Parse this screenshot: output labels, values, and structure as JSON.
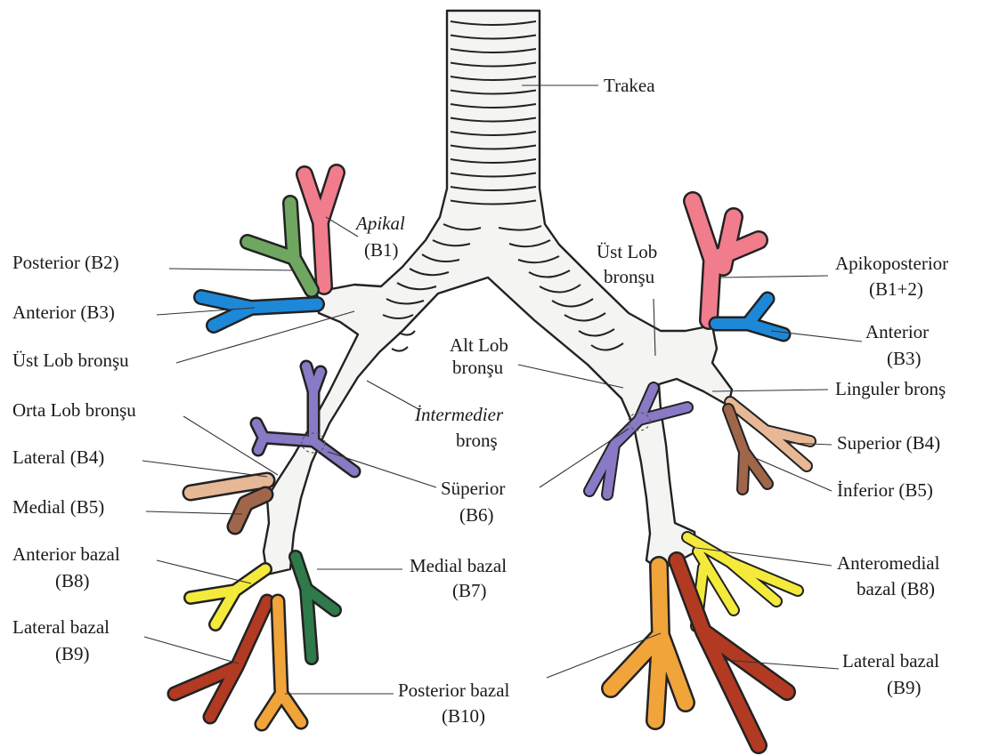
{
  "colors": {
    "apical": "#f07c8c",
    "posterior": "#6fa660",
    "anterior": "#1d88d8",
    "superior_b6": "#8a79c4",
    "lateral_b4": "#e6b896",
    "medial_b5": "#a0664a",
    "anterior_bazal": "#f3ea3c",
    "medial_bazal": "#2f7a4a",
    "lateral_bazal": "#b23a22",
    "posterior_bazal": "#f1a43a",
    "airway_fill": "#f4f4f2",
    "outline": "#222222"
  },
  "labels": {
    "trakea": "Trakea",
    "apikal_1": "Apikal",
    "apikal_2": "(B1)",
    "posterior_b2": "Posterior (B2)",
    "anterior_b3_left": "Anterior (B3)",
    "ust_lob_left": "Üst Lob bronşu",
    "orta_lob": "Orta Lob bronşu",
    "lateral_b4": "Lateral (B4)",
    "medial_b5": "Medial (B5)",
    "anterior_bazal_1": "Anterior bazal",
    "anterior_bazal_2": "(B8)",
    "lateral_bazal_left_1": "Lateral bazal",
    "lateral_bazal_left_2": "(B9)",
    "intermedier_1": "İntermedier",
    "intermedier_2": "bronş",
    "alt_lob_1": "Alt Lob",
    "alt_lob_2": "bronşu",
    "superior_b6_1": "Süperior",
    "superior_b6_2": "(B6)",
    "medial_bazal_1": "Medial bazal",
    "medial_bazal_2": "(B7)",
    "posterior_bazal_1": "Posterior bazal",
    "posterior_bazal_2": "(B10)",
    "ust_lob_right_1": "Üst Lob",
    "ust_lob_right_2": "bronşu",
    "apikoposterior_1": "Apikoposterior",
    "apikoposterior_2": "(B1+2)",
    "anterior_right_1": "Anterior",
    "anterior_right_2": "(B3)",
    "linguler": "Linguler bronş",
    "superior_b4": "Superior (B4)",
    "inferior_b5": "İnferior (B5)",
    "anteromedial_1": "Anteromedial",
    "anteromedial_2": "bazal (B8)",
    "lateral_bazal_right_1": "Lateral bazal",
    "lateral_bazal_right_2": "(B9)"
  }
}
